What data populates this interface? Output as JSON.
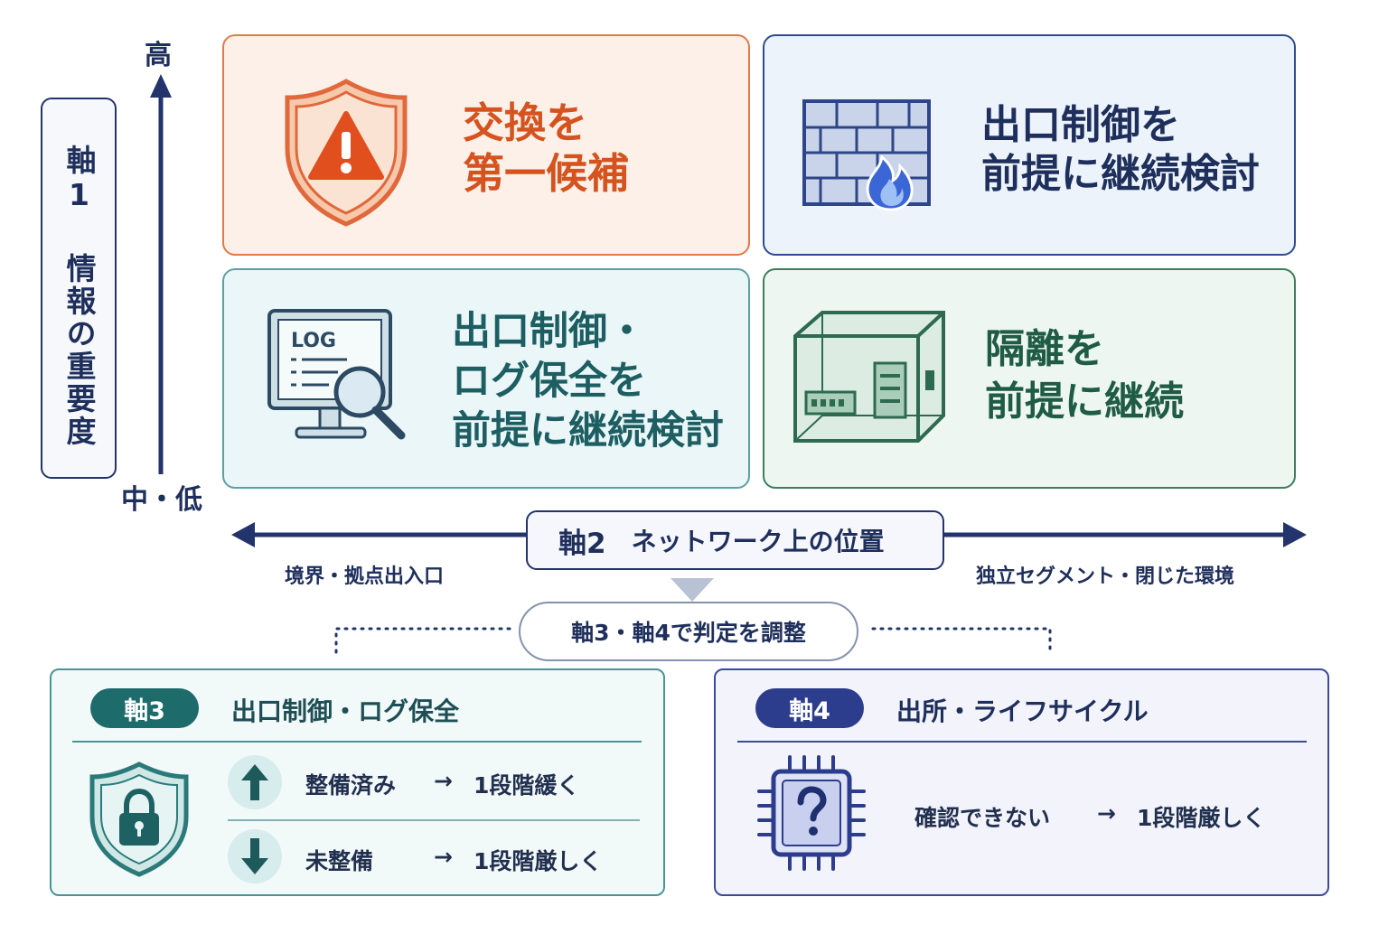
{
  "axis1": {
    "label": "軸1 情報の重要度",
    "high": "高",
    "low": "中・低"
  },
  "quadrants": {
    "top_left": {
      "lines": [
        "交換を",
        "第一候補"
      ],
      "icon": "shield-warning-icon"
    },
    "top_right": {
      "lines": [
        "出口制御を",
        "前提に継続検討"
      ],
      "icon": "firewall-icon"
    },
    "bottom_left": {
      "lines": [
        "出口制御・",
        "ログ保全を",
        "前提に継続検討"
      ],
      "icon": "log-monitor-icon",
      "log_label": "LOG"
    },
    "bottom_right": {
      "lines": [
        "隔離を",
        "前提に継続"
      ],
      "icon": "isolated-box-icon"
    }
  },
  "axis2": {
    "name": "軸2",
    "title": "ネットワーク上の位置",
    "left_label": "境界・拠点出入口",
    "right_label": "独立セグメント・閉じた環境"
  },
  "adjust": {
    "label": "軸3・軸4で判定を調整"
  },
  "axis3": {
    "badge": "軸3",
    "title": "出口制御・ログ保全",
    "rows": [
      {
        "condition": "整備済み",
        "arrow": "→",
        "result": "1段階緩く",
        "icon": "arrow-up-icon"
      },
      {
        "condition": "未整備",
        "arrow": "→",
        "result": "1段階厳しく",
        "icon": "arrow-down-icon"
      }
    ]
  },
  "axis4": {
    "badge": "軸4",
    "title": "出所・ライフサイクル",
    "row": {
      "condition": "確認できない",
      "arrow": "→",
      "result": "1段階厳しく",
      "icon": "chip-question-icon"
    }
  },
  "colors": {
    "navy": "#1f2f5c",
    "orange": "#d4531e",
    "teal": "#1d5e63",
    "green": "#1e5c44"
  }
}
